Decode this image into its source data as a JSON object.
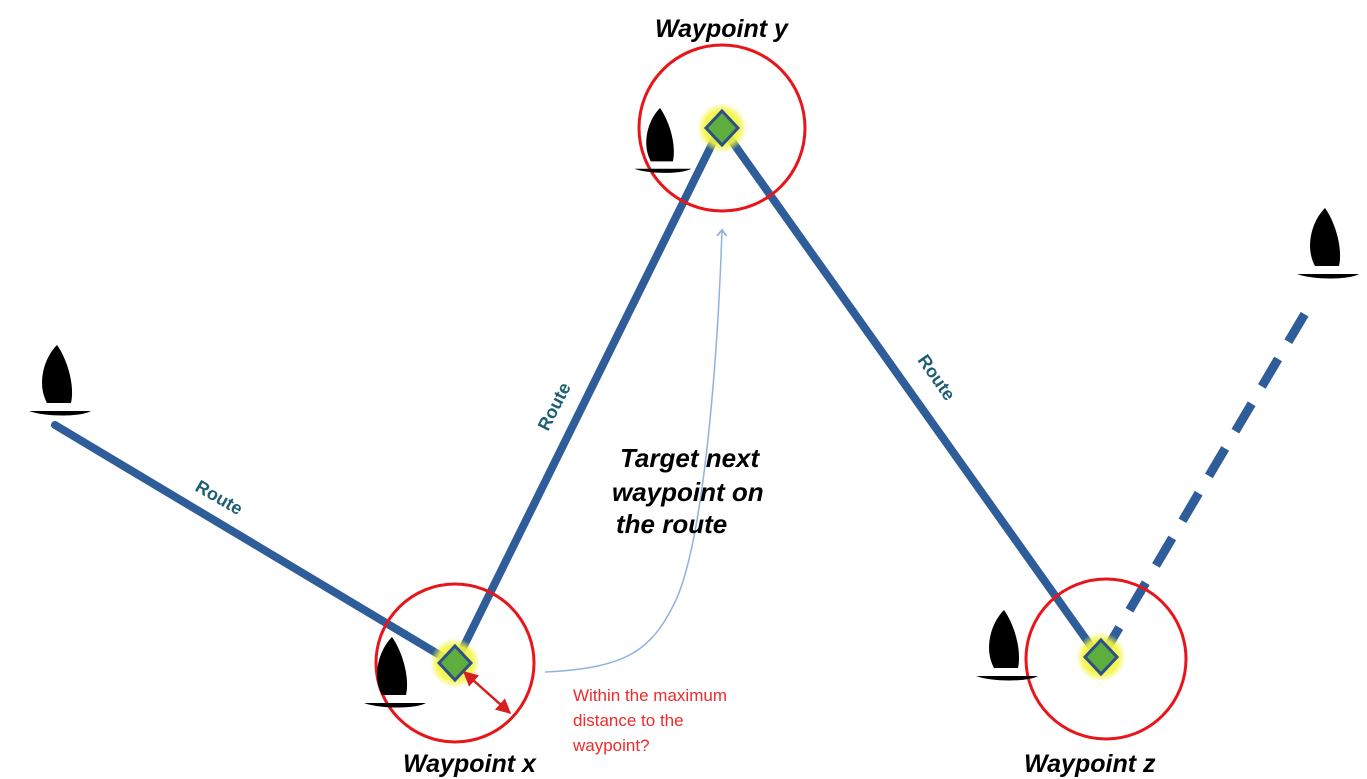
{
  "waypoints": {
    "x": {
      "label": "Waypoint x"
    },
    "y": {
      "label": "Waypoint y"
    },
    "z": {
      "label": "Waypoint z"
    }
  },
  "routes": {
    "label": "Route"
  },
  "annotations": {
    "target_line1": "Target next",
    "target_line2": "waypoint on",
    "target_line3": "the route",
    "distance_line1": "Within the maximum",
    "distance_line2": "distance to the",
    "distance_line3": "waypoint?"
  },
  "colors": {
    "route": "#2e5d9a",
    "zone_circle": "#e8151b",
    "waypoint_fill": "#5dae3c",
    "waypoint_glow": "#f3f542",
    "distance_arrow": "#d91e1e",
    "target_arrow": "#8fb2e0"
  }
}
